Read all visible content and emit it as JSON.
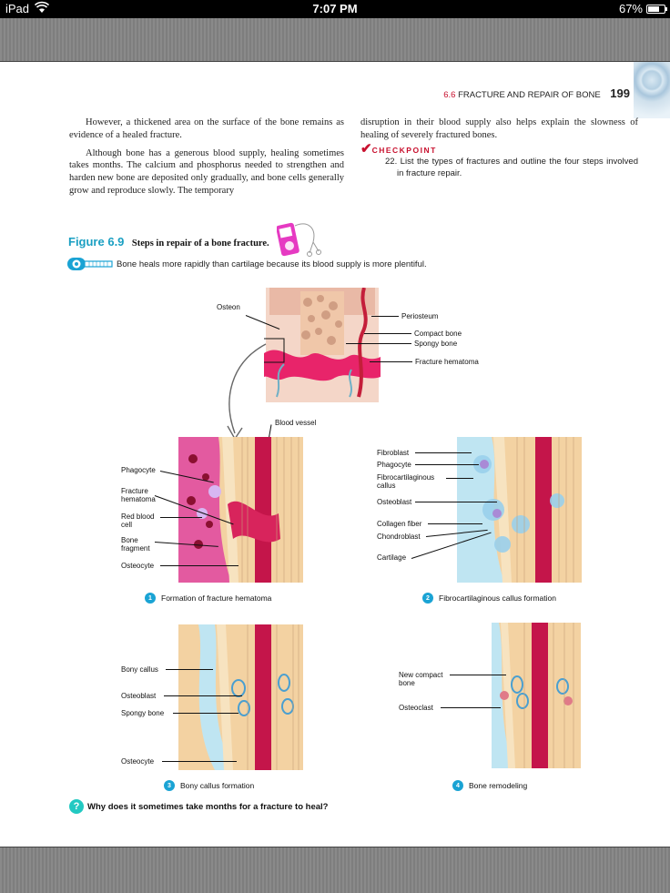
{
  "status_bar": {
    "carrier": "iPad",
    "time": "7:07 PM",
    "battery": "67%"
  },
  "running_head": {
    "section_number": "6.6",
    "section_title": "FRACTURE AND REPAIR OF BONE",
    "page_number": "199"
  },
  "body": {
    "left_paragraphs": [
      "However, a thickened area on the surface of the bone remains as evidence of a healed fracture.",
      "Although bone has a generous blood supply, healing sometimes takes months. The calcium and phosphorus needed to strengthen and harden new bone are deposited only gradually, and bone cells generally grow and reproduce slowly. The temporary"
    ],
    "right_paragraph": "disruption in their blood supply also helps explain the slowness of healing of severely fractured bones.",
    "checkpoint_label": "CHECKPOINT",
    "checkpoint_item": "22. List the types of fractures and outline the four steps involved in fracture repair."
  },
  "figure": {
    "number": "Figure 6.9",
    "caption": "Steps in repair of a bone fracture.",
    "key_statement": "Bone heals more rapidly than cartilage because its blood supply is more plentiful.",
    "top_labels": {
      "osteon": "Osteon",
      "periosteum": "Periosteum",
      "compact_bone": "Compact bone",
      "spongy_bone": "Spongy bone",
      "fracture_hematoma": "Fracture hematoma",
      "blood_vessel": "Blood vessel"
    },
    "panel1_labels": [
      "Phagocyte",
      "Fracture hematoma",
      "Red blood cell",
      "Bone fragment",
      "Osteocyte"
    ],
    "panel2_labels": [
      "Fibroblast",
      "Phagocyte",
      "Fibrocartilaginous callus",
      "Osteoblast",
      "Collagen fiber",
      "Chondroblast",
      "Cartilage"
    ],
    "panel3_labels": [
      "Bony callus",
      "Osteoblast",
      "Spongy bone",
      "Osteocyte"
    ],
    "panel4_labels": [
      "New compact bone",
      "Osteoclast"
    ],
    "steps": [
      {
        "num": "1",
        "label": "Formation of fracture hematoma"
      },
      {
        "num": "2",
        "label": "Fibrocartilaginous callus formation"
      },
      {
        "num": "3",
        "label": "Bony callus formation"
      },
      {
        "num": "4",
        "label": "Bone remodeling"
      }
    ]
  },
  "question": {
    "icon": "?",
    "text": "Why does it sometimes take months for a fracture to heal?"
  },
  "colors": {
    "accent_blue": "#1a9fc2",
    "accent_red": "#c8102e",
    "step_badge": "#1aa3d4",
    "question_badge": "#22c9c2"
  }
}
